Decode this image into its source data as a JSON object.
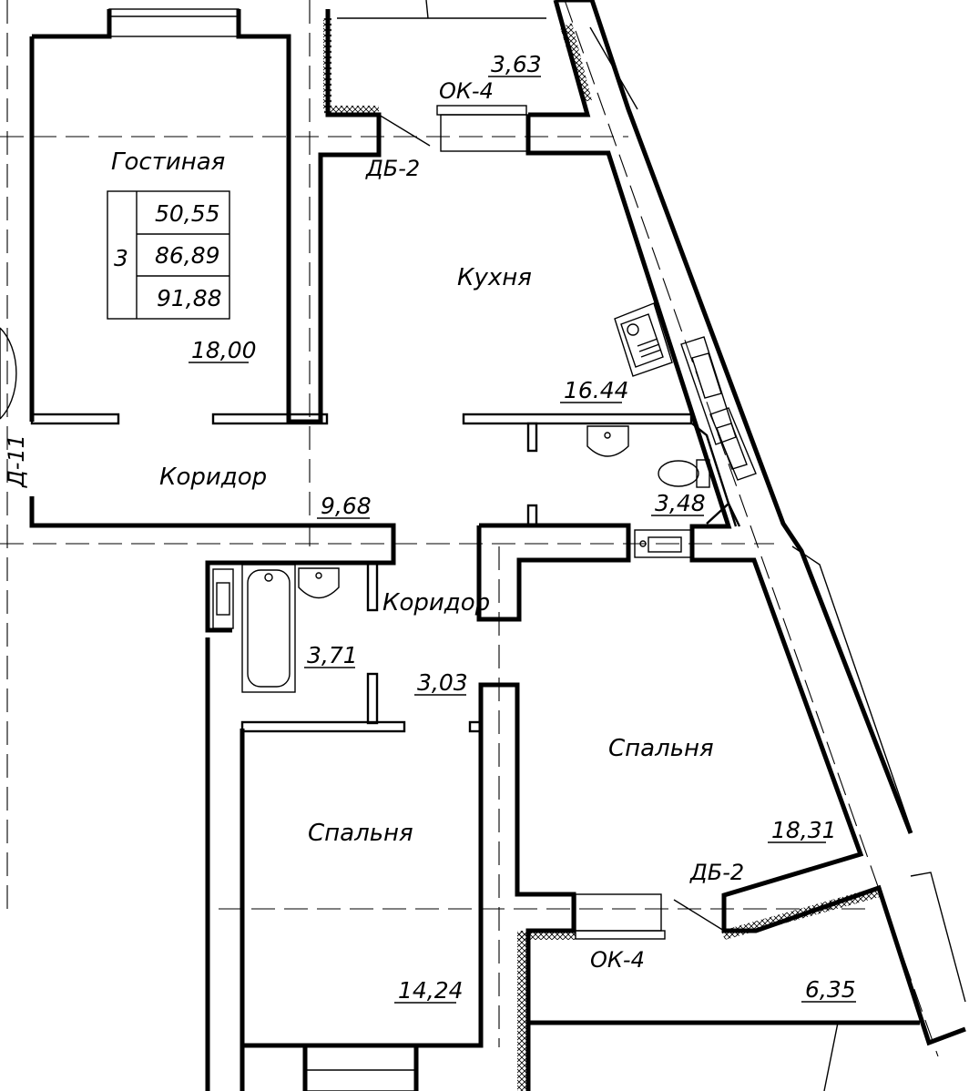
{
  "rooms": {
    "living": "Гостиная",
    "kitchen": "Кухня",
    "corridor_1": "Коридор",
    "corridor_2": "Коридор",
    "bedroom_1": "Спальня",
    "bedroom_2": "Спальня"
  },
  "areas": {
    "balcony_top": "3,63",
    "living": "18,00",
    "kitchen": "16.44",
    "corridor_1": "9,68",
    "wc": "3,48",
    "bathroom": "3,71",
    "corridor_2": "3,03",
    "bedroom_2": "18,31",
    "bedroom_1": "14,24",
    "balcony_bottom": "6,35"
  },
  "tags": {
    "window_top": "ОК-4",
    "door_top": "ДБ-2",
    "door_bottom": "ДБ-2",
    "window_bottom": "ОК-4",
    "door_left": "Д-11"
  },
  "summary": {
    "rooms_count": "3",
    "living_area": "50,55",
    "total_area": "86,89",
    "total_area_with_balcony": "91,88"
  }
}
